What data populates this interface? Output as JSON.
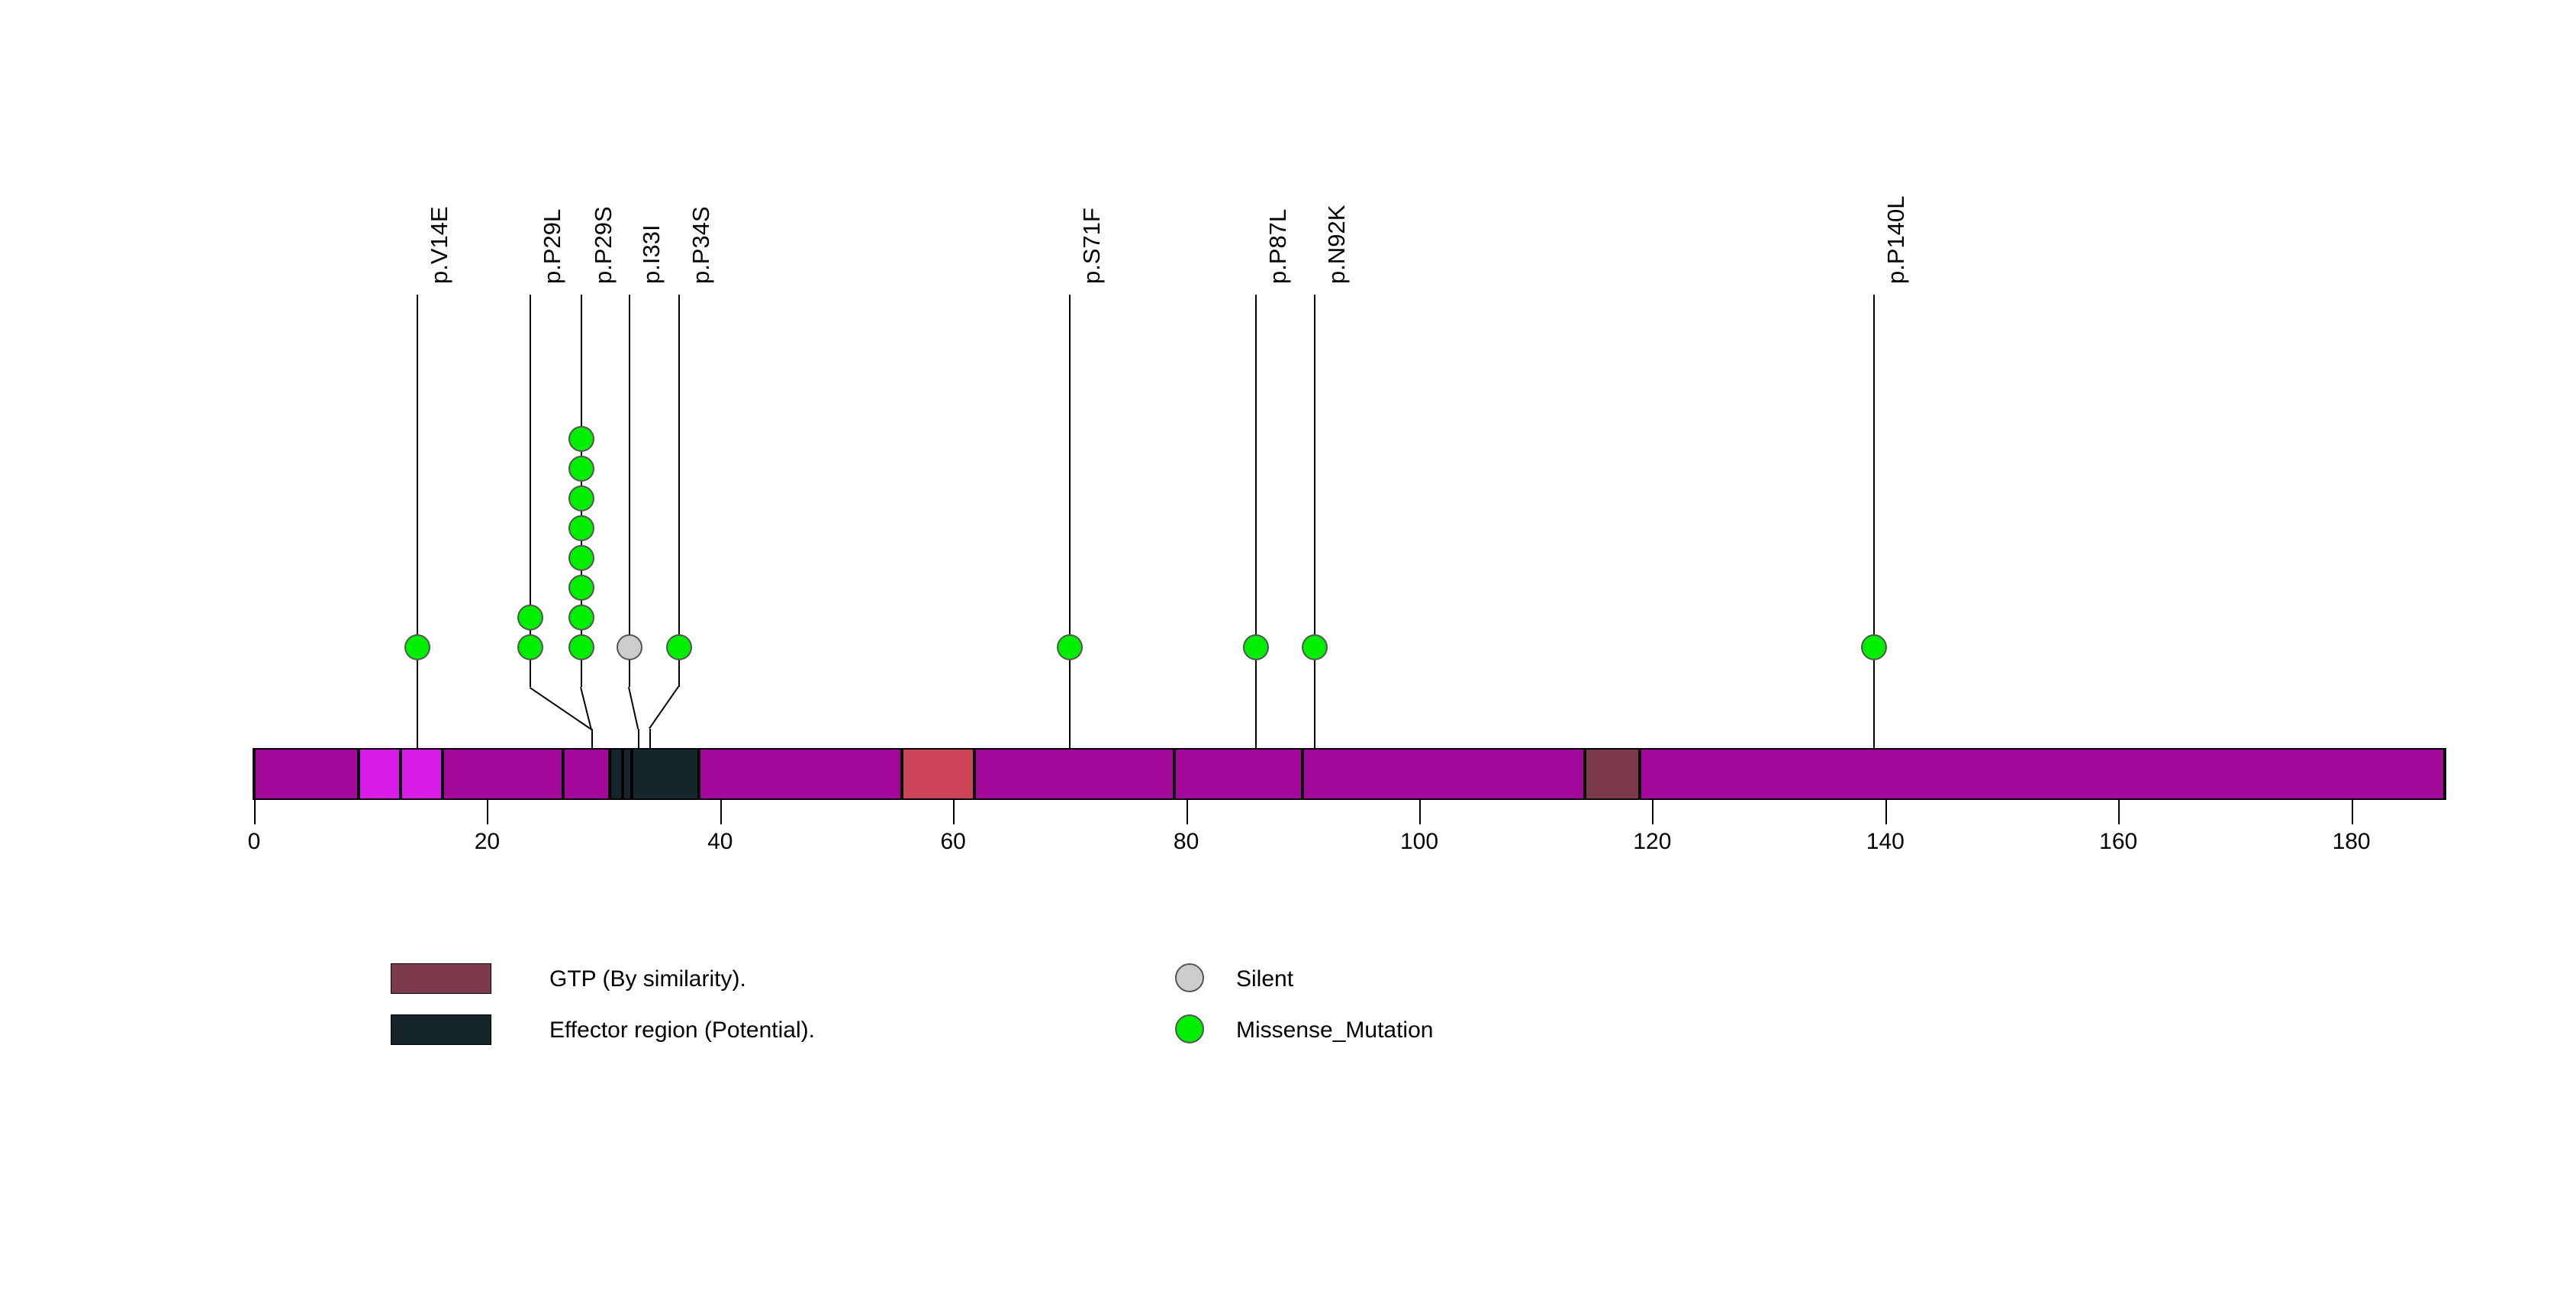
{
  "chart_data": {
    "type": "lollipop",
    "title": "",
    "xlabel": "",
    "ylabel": "",
    "xlim": [
      0,
      188
    ],
    "x_ticks": [
      0,
      20,
      40,
      60,
      80,
      100,
      120,
      140,
      160,
      180
    ],
    "x_tick_labels": [
      "0",
      "20",
      "40",
      "60",
      "80",
      "100",
      "120",
      "140",
      "160",
      "180"
    ],
    "protein_length": 188,
    "backbone_color": "#a3089b",
    "grid": false,
    "legend_position": "bottom",
    "domains": [
      {
        "name": "region-1",
        "start": 0,
        "end": 9,
        "color": "#a3089b"
      },
      {
        "name": "region-2",
        "start": 9,
        "end": 12.6,
        "color": "#d81ce8"
      },
      {
        "name": "region-3",
        "start": 12.6,
        "end": 16.2,
        "color": "#d81ce8"
      },
      {
        "name": "region-4",
        "start": 16.2,
        "end": 26.5,
        "color": "#a3089b"
      },
      {
        "name": "region-5",
        "start": 26.5,
        "end": 30.5,
        "color": "#a3089b"
      },
      {
        "name": "effector-a",
        "start": 30.5,
        "end": 31.6,
        "color": "#15252a"
      },
      {
        "name": "effector-b",
        "start": 31.6,
        "end": 32.4,
        "color": "#15252a"
      },
      {
        "name": "Effector region (Potential).",
        "start": 32.4,
        "end": 38.2,
        "color": "#15252a"
      },
      {
        "name": "region-6",
        "start": 38.2,
        "end": 55.6,
        "color": "#a3089b"
      },
      {
        "name": "GTP-red",
        "start": 55.6,
        "end": 61.8,
        "color": "#cc4455"
      },
      {
        "name": "region-7",
        "start": 61.8,
        "end": 79.0,
        "color": "#a3089b"
      },
      {
        "name": "region-8",
        "start": 79.0,
        "end": 90.0,
        "color": "#a3089b"
      },
      {
        "name": "region-9",
        "start": 90.0,
        "end": 114.2,
        "color": "#a3089b"
      },
      {
        "name": "GTP (By similarity).",
        "start": 114.2,
        "end": 118.9,
        "color": "#7d3a4d"
      },
      {
        "name": "region-10",
        "start": 118.9,
        "end": 188,
        "color": "#a3089b"
      }
    ],
    "mutations": [
      {
        "label": "p.V14E",
        "position": 14,
        "count": 1,
        "type": "Missense_Mutation",
        "color": "#00ee00",
        "stem_top_x": 14
      },
      {
        "label": "p.P29L",
        "position": 29,
        "count": 2,
        "type": "Missense_Mutation",
        "color": "#00ee00",
        "stem_top_x": 23.7
      },
      {
        "label": "p.P29S",
        "position": 29,
        "count": 8,
        "type": "Missense_Mutation",
        "color": "#00ee00",
        "stem_top_x": 28.1
      },
      {
        "label": "p.I33I",
        "position": 33,
        "count": 1,
        "type": "Silent",
        "color": "#cccccc",
        "stem_top_x": 32.2
      },
      {
        "label": "p.P34S",
        "position": 34,
        "count": 1,
        "type": "Missense_Mutation",
        "color": "#00ee00",
        "stem_top_x": 36.5
      },
      {
        "label": "p.S71F",
        "position": 70,
        "count": 1,
        "type": "Missense_Mutation",
        "color": "#00ee00",
        "stem_top_x": 70
      },
      {
        "label": "p.P87L",
        "position": 86,
        "count": 1,
        "type": "Missense_Mutation",
        "color": "#00ee00",
        "stem_top_x": 86
      },
      {
        "label": "p.N92K",
        "position": 91,
        "count": 1,
        "type": "Missense_Mutation",
        "color": "#00ee00",
        "stem_top_x": 91
      },
      {
        "label": "p.P140L",
        "position": 139,
        "count": 1,
        "type": "Missense_Mutation",
        "color": "#00ee00",
        "stem_top_x": 139
      }
    ]
  },
  "legend": {
    "domain_entries": [
      {
        "label": "GTP (By similarity).",
        "color": "#7d3a4d"
      },
      {
        "label": "Effector region (Potential).",
        "color": "#15252a"
      }
    ],
    "mutation_entries": [
      {
        "label": "Silent",
        "color": "#cccccc"
      },
      {
        "label": "Missense_Mutation",
        "color": "#00ee00"
      }
    ]
  }
}
